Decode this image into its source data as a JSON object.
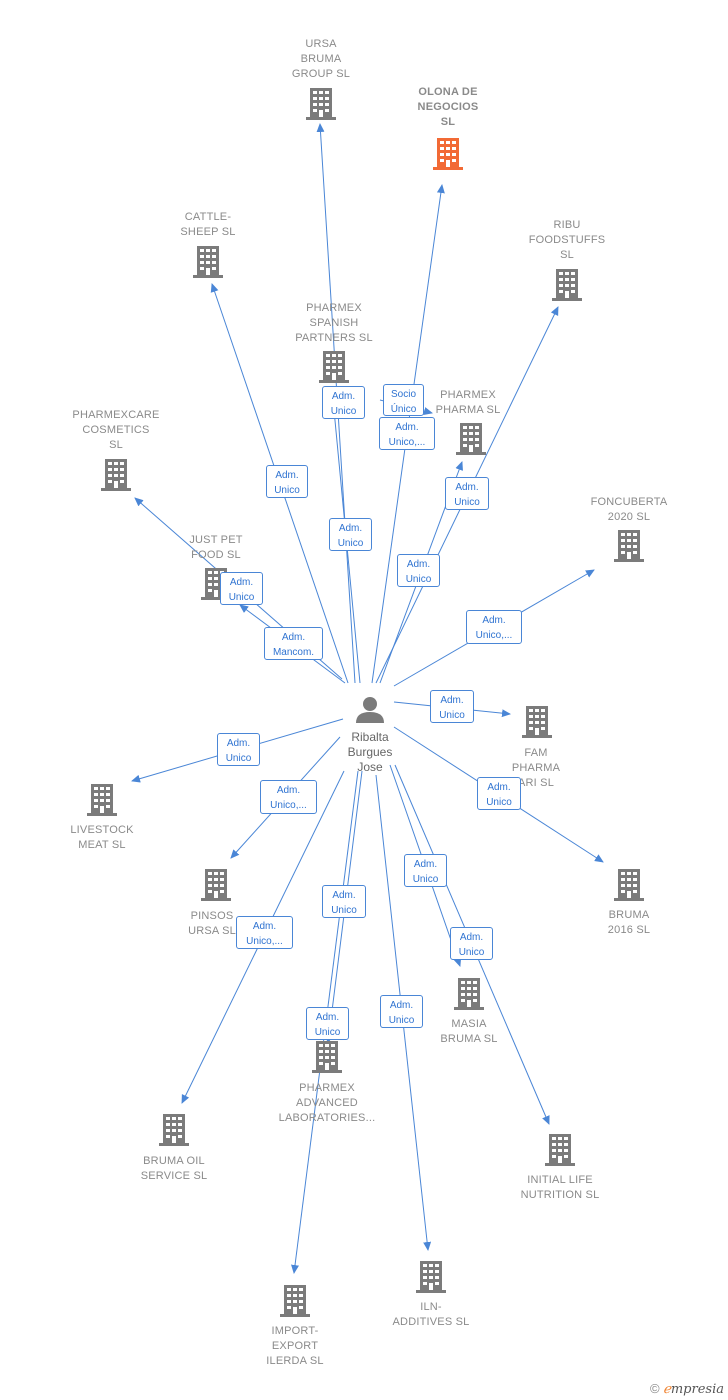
{
  "person": {
    "name": "Ribalta\nBurgues\nJose"
  },
  "colors": {
    "edge": "#4a86d6",
    "building": "#7b7b7b",
    "highlight": "#f26a35"
  },
  "nodes": [
    {
      "id": "ursa",
      "label": "URSA\nBRUMA\nGROUP  SL",
      "highlight": false
    },
    {
      "id": "olona",
      "label": "OLONA DE\nNEGOCIOS\nSL",
      "highlight": true
    },
    {
      "id": "cattle",
      "label": "CATTLE-\nSHEEP  SL",
      "highlight": false
    },
    {
      "id": "ribu",
      "label": "RIBU\nFOODSTUFFS\nSL",
      "highlight": false
    },
    {
      "id": "pspanish",
      "label": "PHARMEX\nSPANISH\nPARTNERS  SL",
      "highlight": false
    },
    {
      "id": "pcare",
      "label": "PHARMEXCARE\nCOSMETICS\nSL",
      "highlight": false
    },
    {
      "id": "ppharma",
      "label": "PHARMEX\nPHARMA  SL",
      "highlight": false
    },
    {
      "id": "foncu",
      "label": "FONCUBERTA\n2020  SL",
      "highlight": false
    },
    {
      "id": "justpet",
      "label": "JUST PET\nFOOD  SL",
      "highlight": false
    },
    {
      "id": "fam",
      "label": "FAM\nPHARMA\nARI  SL",
      "highlight": false
    },
    {
      "id": "livestock",
      "label": "LIVESTOCK\nMEAT  SL",
      "highlight": false
    },
    {
      "id": "bruma2016",
      "label": "BRUMA\n2016  SL",
      "highlight": false
    },
    {
      "id": "pinsos",
      "label": "PINSOS\nURSA SL",
      "highlight": false
    },
    {
      "id": "masia",
      "label": "MASIA\nBRUMA  SL",
      "highlight": false
    },
    {
      "id": "padv",
      "label": "PHARMEX\nADVANCED\nLABORATORIES...",
      "highlight": false
    },
    {
      "id": "brumaoil",
      "label": "BRUMA OIL\nSERVICE  SL",
      "highlight": false
    },
    {
      "id": "initial",
      "label": "INITIAL LIFE\nNUTRITION  SL",
      "highlight": false
    },
    {
      "id": "iln",
      "label": "ILN-\nADDITIVES  SL",
      "highlight": false
    },
    {
      "id": "importexport",
      "label": "IMPORT-\nEXPORT\nILERDA  SL",
      "highlight": false
    }
  ],
  "relations": [
    {
      "id": "r-cattle",
      "label": "Adm.\nUnico"
    },
    {
      "id": "r-ursa",
      "label": "Adm.\nUnico"
    },
    {
      "id": "r-pspanish",
      "label": "Adm.\nUnico"
    },
    {
      "id": "r-socio",
      "label": "Socio\nÚnico"
    },
    {
      "id": "r-olona",
      "label": "Adm.\nUnico,..."
    },
    {
      "id": "r-ppharma",
      "label": "Adm.\nUnico"
    },
    {
      "id": "r-ribu",
      "label": "Adm.\nUnico"
    },
    {
      "id": "r-justpet",
      "label": "Adm.\nUnico"
    },
    {
      "id": "r-pcare",
      "label": "Adm.\nMancom."
    },
    {
      "id": "r-foncu",
      "label": "Adm.\nUnico,..."
    },
    {
      "id": "r-fam",
      "label": "Adm.\nUnico"
    },
    {
      "id": "r-livestock",
      "label": "Adm.\nUnico"
    },
    {
      "id": "r-bruma2016",
      "label": "Adm.\nUnico"
    },
    {
      "id": "r-pinsos",
      "label": "Adm.\nUnico,..."
    },
    {
      "id": "r-masia",
      "label": "Adm.\nUnico"
    },
    {
      "id": "r-initial",
      "label": "Adm.\nUnico"
    },
    {
      "id": "r-padv",
      "label": "Adm.\nUnico"
    },
    {
      "id": "r-brumaoil",
      "label": "Adm.\nUnico,..."
    },
    {
      "id": "r-importexport",
      "label": "Adm.\nUnico"
    },
    {
      "id": "r-iln",
      "label": "Adm.\nUnico"
    }
  ],
  "brand": {
    "copyright": "©",
    "e": "ℯ",
    "rest": "mpresia"
  }
}
